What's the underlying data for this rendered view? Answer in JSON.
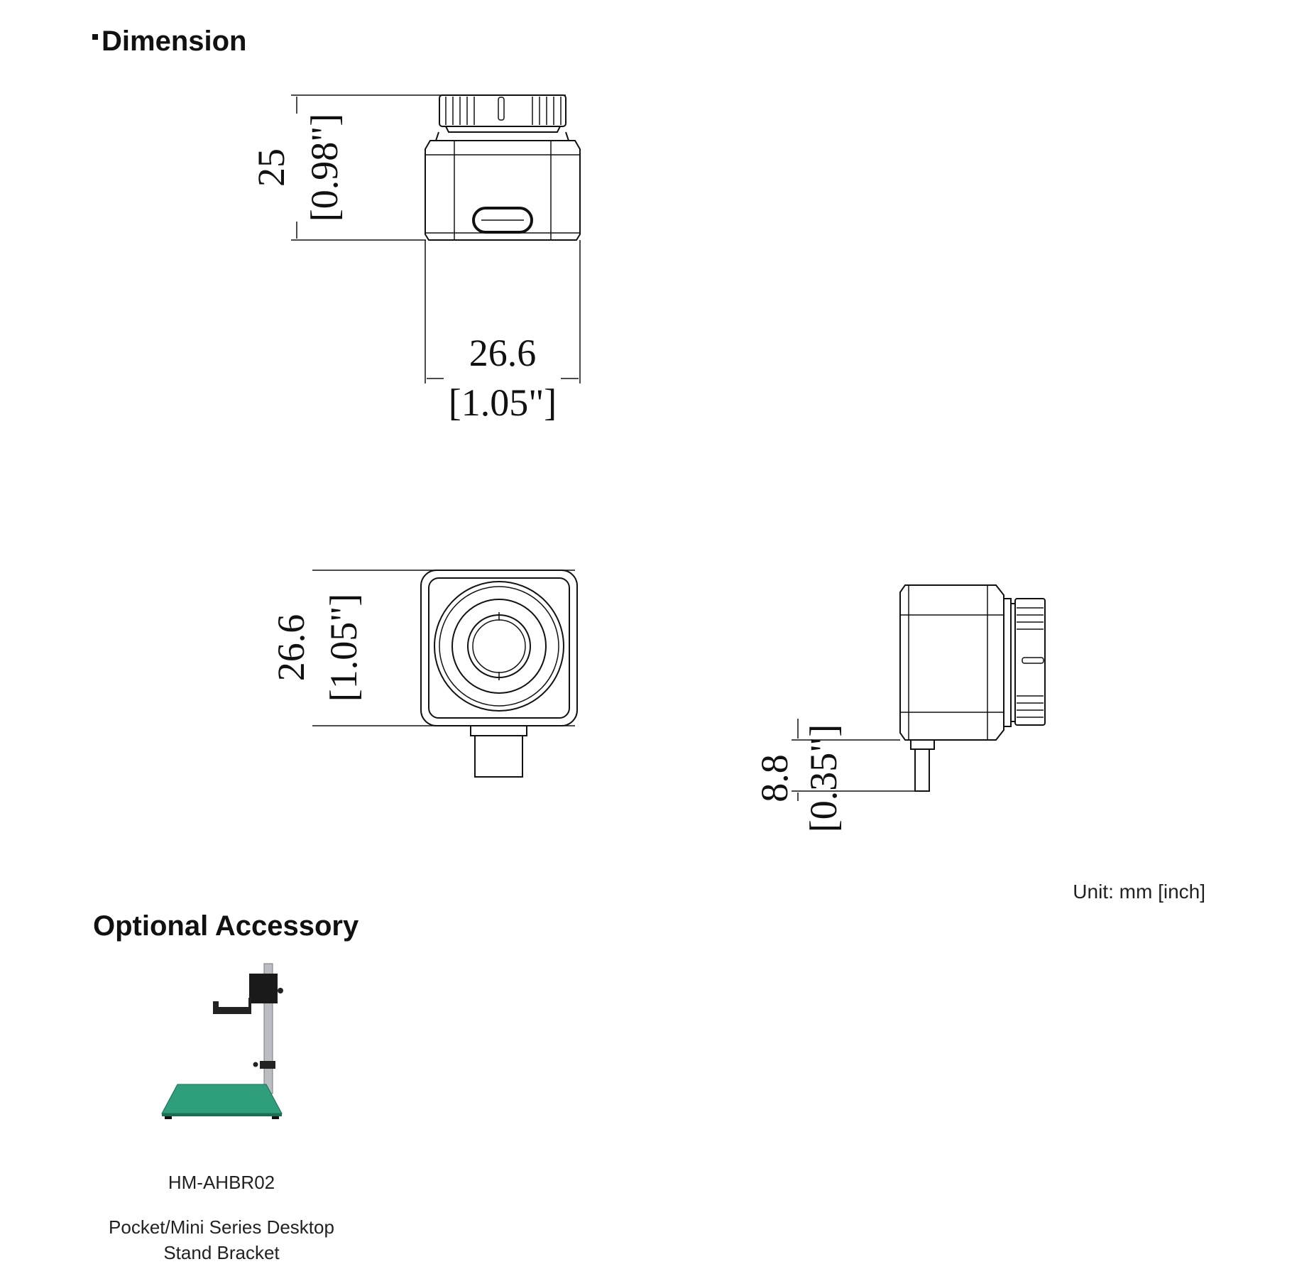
{
  "headings": {
    "dimension": "Dimension",
    "accessory": "Optional Accessory"
  },
  "top_view": {
    "height_mm": "25",
    "height_in": "[0.98\"]",
    "width_mm": "26.6",
    "width_in": "[1.05\"]"
  },
  "front_view": {
    "height_mm": "26.6",
    "height_in": "[1.05\"]"
  },
  "side_view": {
    "connector_mm": "8.8",
    "connector_in": "[0.35\"]"
  },
  "unit_note": "Unit: mm [inch]",
  "accessory": {
    "model": "HM-AHBR02",
    "desc_line1": "Pocket/Mini Series Desktop",
    "desc_line2": "Stand Bracket",
    "base_color": "#2e9e7c"
  }
}
